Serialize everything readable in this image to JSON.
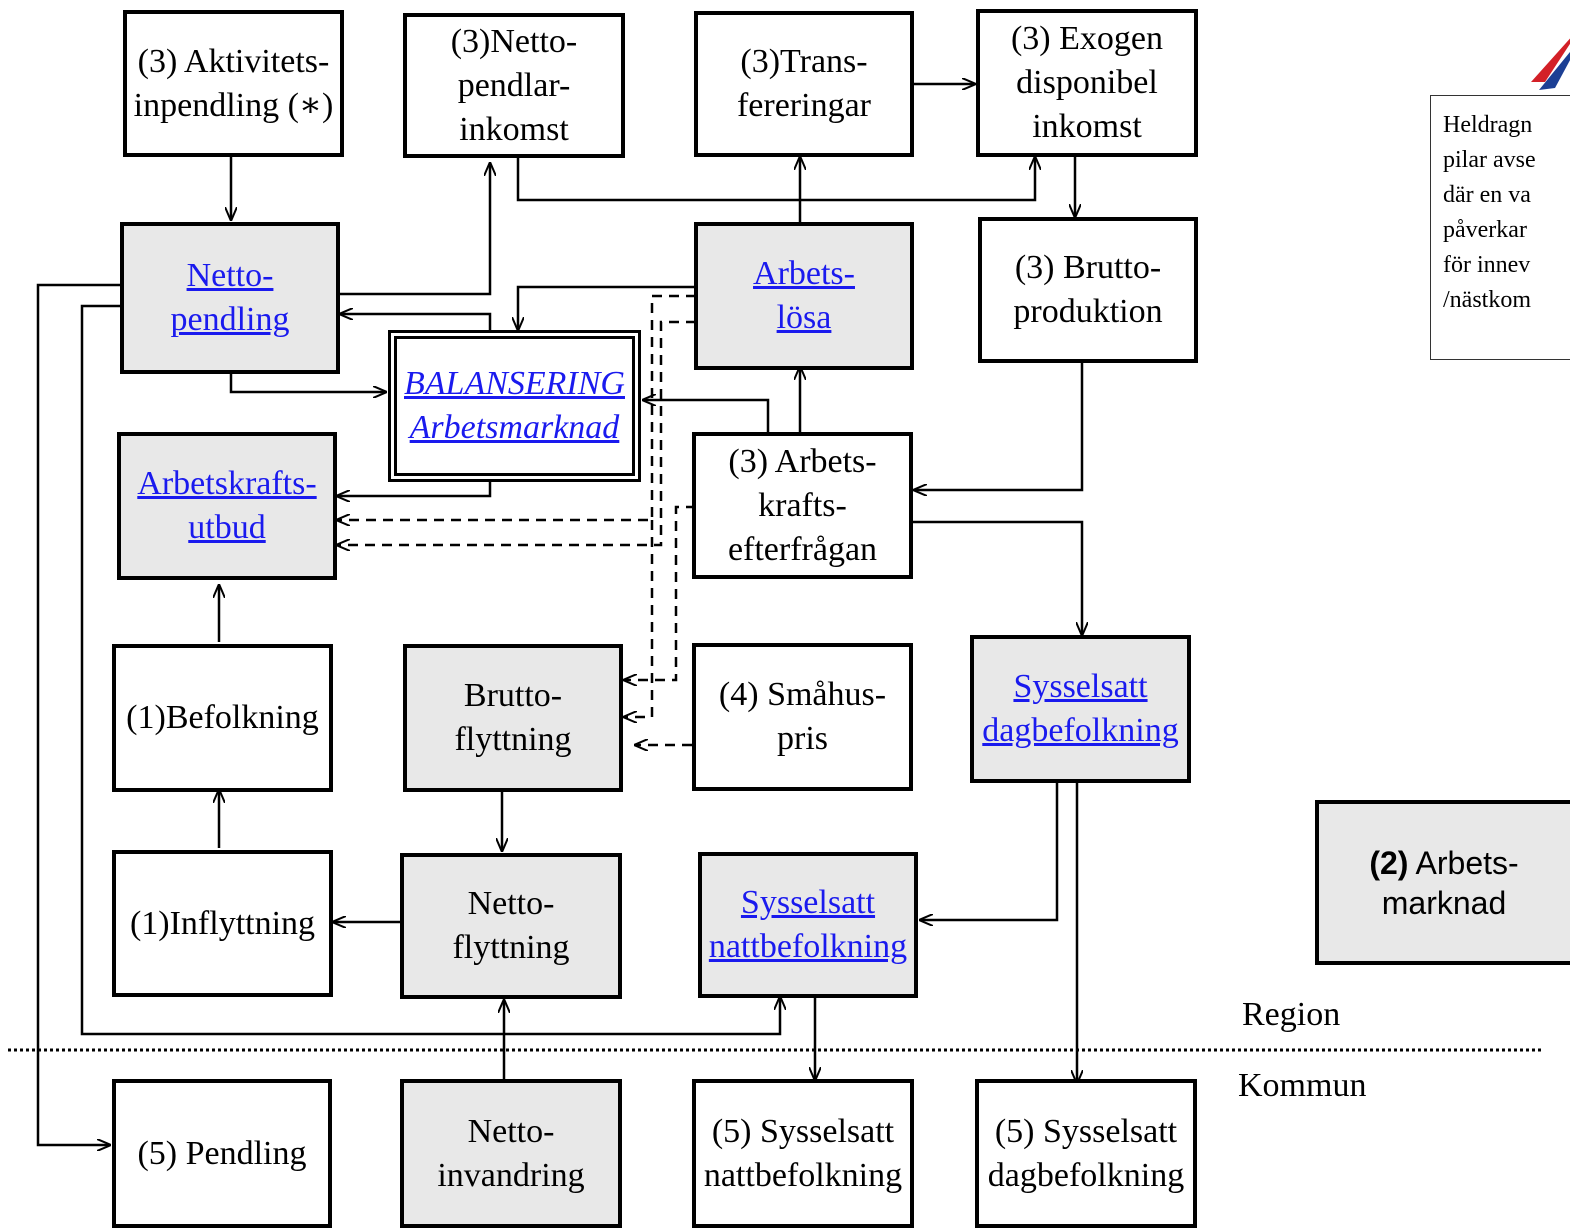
{
  "boxes": {
    "aktivitets": {
      "lines": [
        "(3) Aktivitets-",
        "inpendling (∗)"
      ]
    },
    "netto_pendlar": {
      "lines": [
        "(3)Netto-",
        "pendlar-",
        "inkomst"
      ]
    },
    "transfereringar": {
      "lines": [
        "(3)Trans-",
        "fereringar"
      ]
    },
    "exogen": {
      "lines": [
        "(3) Exogen",
        "disponibel",
        "inkomst"
      ]
    },
    "nettopendling": {
      "lines": [
        "Netto-",
        "pendling"
      ]
    },
    "arbetslosa": {
      "lines": [
        "Arbets-",
        "lösa"
      ]
    },
    "bruttoproduktion": {
      "lines": [
        "(3) Brutto-",
        "produktion"
      ]
    },
    "balansering": {
      "lines": [
        "BALANSERING",
        "Arbetsmarknad"
      ]
    },
    "arbetskraftsutbud": {
      "lines": [
        "Arbetskrafts-",
        "utbud"
      ]
    },
    "efterfragan": {
      "lines": [
        "(3) Arbets-",
        "krafts-",
        "efterfrågan"
      ]
    },
    "befolkning": {
      "lines": [
        "(1)Befolkning"
      ]
    },
    "bruttoflyttning": {
      "lines": [
        "Brutto-",
        "flyttning"
      ]
    },
    "smahuspris": {
      "lines": [
        "(4) Småhus-",
        "pris"
      ]
    },
    "dagbefolkning_region": {
      "lines": [
        "Sysselsatt",
        "dagbefolkning"
      ]
    },
    "inflyttning": {
      "lines": [
        "(1)Inflyttning"
      ]
    },
    "nettoflyttning": {
      "lines": [
        "Netto-",
        "flyttning"
      ]
    },
    "nattbefolkning_region": {
      "lines": [
        "Sysselsatt",
        "nattbefolkning"
      ]
    },
    "pendling": {
      "lines": [
        "(5) Pendling"
      ]
    },
    "nettoinvandring": {
      "lines": [
        "Netto-",
        "invandring"
      ]
    },
    "natt_kommun": {
      "lines": [
        "(5) Sysselsatt",
        "nattbefolkning"
      ]
    },
    "dag_kommun": {
      "lines": [
        "(5) Sysselsatt",
        "dagbefolkning"
      ]
    }
  },
  "labels": {
    "region": "Region",
    "kommun": "Kommun"
  },
  "note": {
    "lines": [
      "Heldragn",
      "pilar avse",
      "där en va",
      "påverkar",
      "för innev",
      "/nästkom"
    ]
  },
  "legend": {
    "prefix": "(2)",
    "line1": "Arbets-",
    "line2": "marknad"
  },
  "colors": {
    "link": "#1a1aee",
    "gray_fill": "#e8e8e8",
    "logo_red": "#d32027",
    "logo_blue": "#1c3f94"
  }
}
